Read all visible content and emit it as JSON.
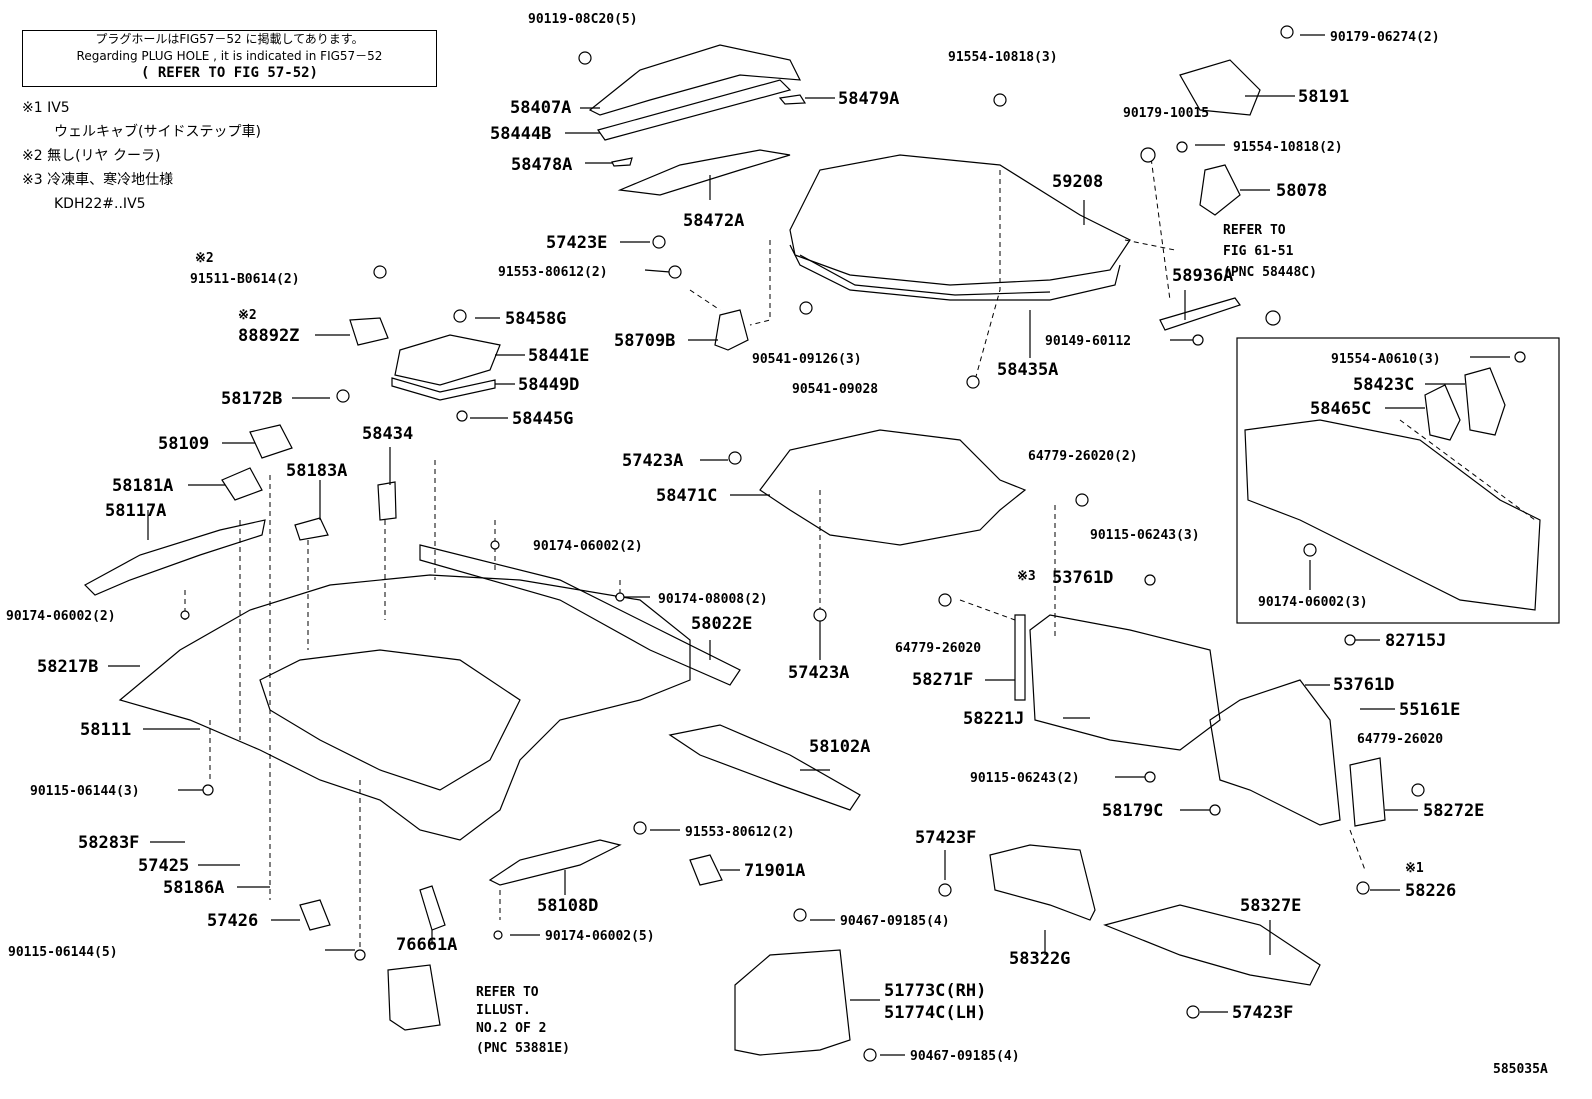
{
  "note": {
    "line_jp": "プラグホールはFIG57－52 に掲載してあります。",
    "line_en": "Regarding PLUG HOLE , it is indicated in FIG57－52",
    "line_ref": "( REFER TO FIG 57-52)"
  },
  "legend": [
    {
      "mark": "※1 IV5",
      "detail": "ウェルキャブ(サイドステップ車)"
    },
    {
      "mark": "※2 無し(リヤ クーラ)",
      "detail": ""
    },
    {
      "mark": "※3 冷凍車、寒冷地仕様",
      "detail": "KDH22#..IV5"
    }
  ],
  "labels": {
    "p90119": "90119-08C20(5)",
    "p58407A": "58407A",
    "p58479A": "58479A",
    "p58444B": "58444B",
    "p58478A": "58478A",
    "p58472A": "58472A",
    "p57423E": "57423E",
    "p91553a": "91553-80612(2)",
    "p58709B": "58709B",
    "p90541a": "90541-09126(3)",
    "p90541b": "90541-09028",
    "p58435A": "58435A",
    "p91554a": "91554-10818(3)",
    "p59208": "59208",
    "p90179a": "90179-06274(2)",
    "p58191": "58191",
    "p90179b": "90179-10015",
    "p91554b": "91554-10818(2)",
    "p58078": "58078",
    "ref1_1": "REFER TO",
    "ref1_2": "FIG 61-51",
    "ref1_3": "(PNC 58448C)",
    "p58936A": "58936A",
    "p90149": "90149-60112",
    "s2a": "※2",
    "p91511": "91511-B0614(2)",
    "s2b": "※2",
    "p88892Z": "88892Z",
    "p58458G": "58458G",
    "p58441E": "58441E",
    "p58449D": "58449D",
    "p58445G": "58445G",
    "p58172B": "58172B",
    "p58434": "58434",
    "p58109": "58109",
    "p58183A": "58183A",
    "p58181A": "58181A",
    "p58117A": "58117A",
    "p57423Aa": "57423A",
    "p58471C": "58471C",
    "p64779a": "64779-26020(2)",
    "p90115a": "90115-06243(3)",
    "s3": "※3",
    "p53761Da": "53761D",
    "p64779b": "64779-26020",
    "p58271F": "58271F",
    "p58221J": "58221J",
    "p90174a": "90174-06002(2)",
    "p90174b": "90174-06002(2)",
    "p90174c": "90174-08008(2)",
    "p58022E": "58022E",
    "p57423Ab": "57423A",
    "p58217B": "58217B",
    "p58111": "58111",
    "p91554c": "91554-A0610(3)",
    "p58423C": "58423C",
    "p58465C": "58465C",
    "p90174d": "90174-06002(3)",
    "p82715J": "82715J",
    "p53761Db": "53761D",
    "p55161E": "55161E",
    "p64779c": "64779-26020",
    "p58272E": "58272E",
    "p90115b": "90115-06243(2)",
    "p58179C": "58179C",
    "p90115c": "90115-06144(3)",
    "p58102A": "58102A",
    "p58283F": "58283F",
    "p57425": "57425",
    "p58186A": "58186A",
    "p57426": "57426",
    "p90115d": "90115-06144(5)",
    "p91553b": "91553-80612(2)",
    "p71901A": "71901A",
    "p58108D": "58108D",
    "p90174e": "90174-06002(5)",
    "p76661A": "76661A",
    "ref2_1": "REFER TO",
    "ref2_2": "ILLUST.",
    "ref2_3": "NO.2 OF 2",
    "ref2_4": "(PNC 53881E)",
    "p57423Fa": "57423F",
    "p58322G": "58322G",
    "p90467a": "90467-09185(4)",
    "p51773C": "51773C(RH)",
    "p51774C": "51774C(LH)",
    "p90467b": "90467-09185(4)",
    "s1": "※1",
    "p58226": "58226",
    "p58327E": "58327E",
    "p57423Fb": "57423F",
    "fig_id": "585035A"
  }
}
